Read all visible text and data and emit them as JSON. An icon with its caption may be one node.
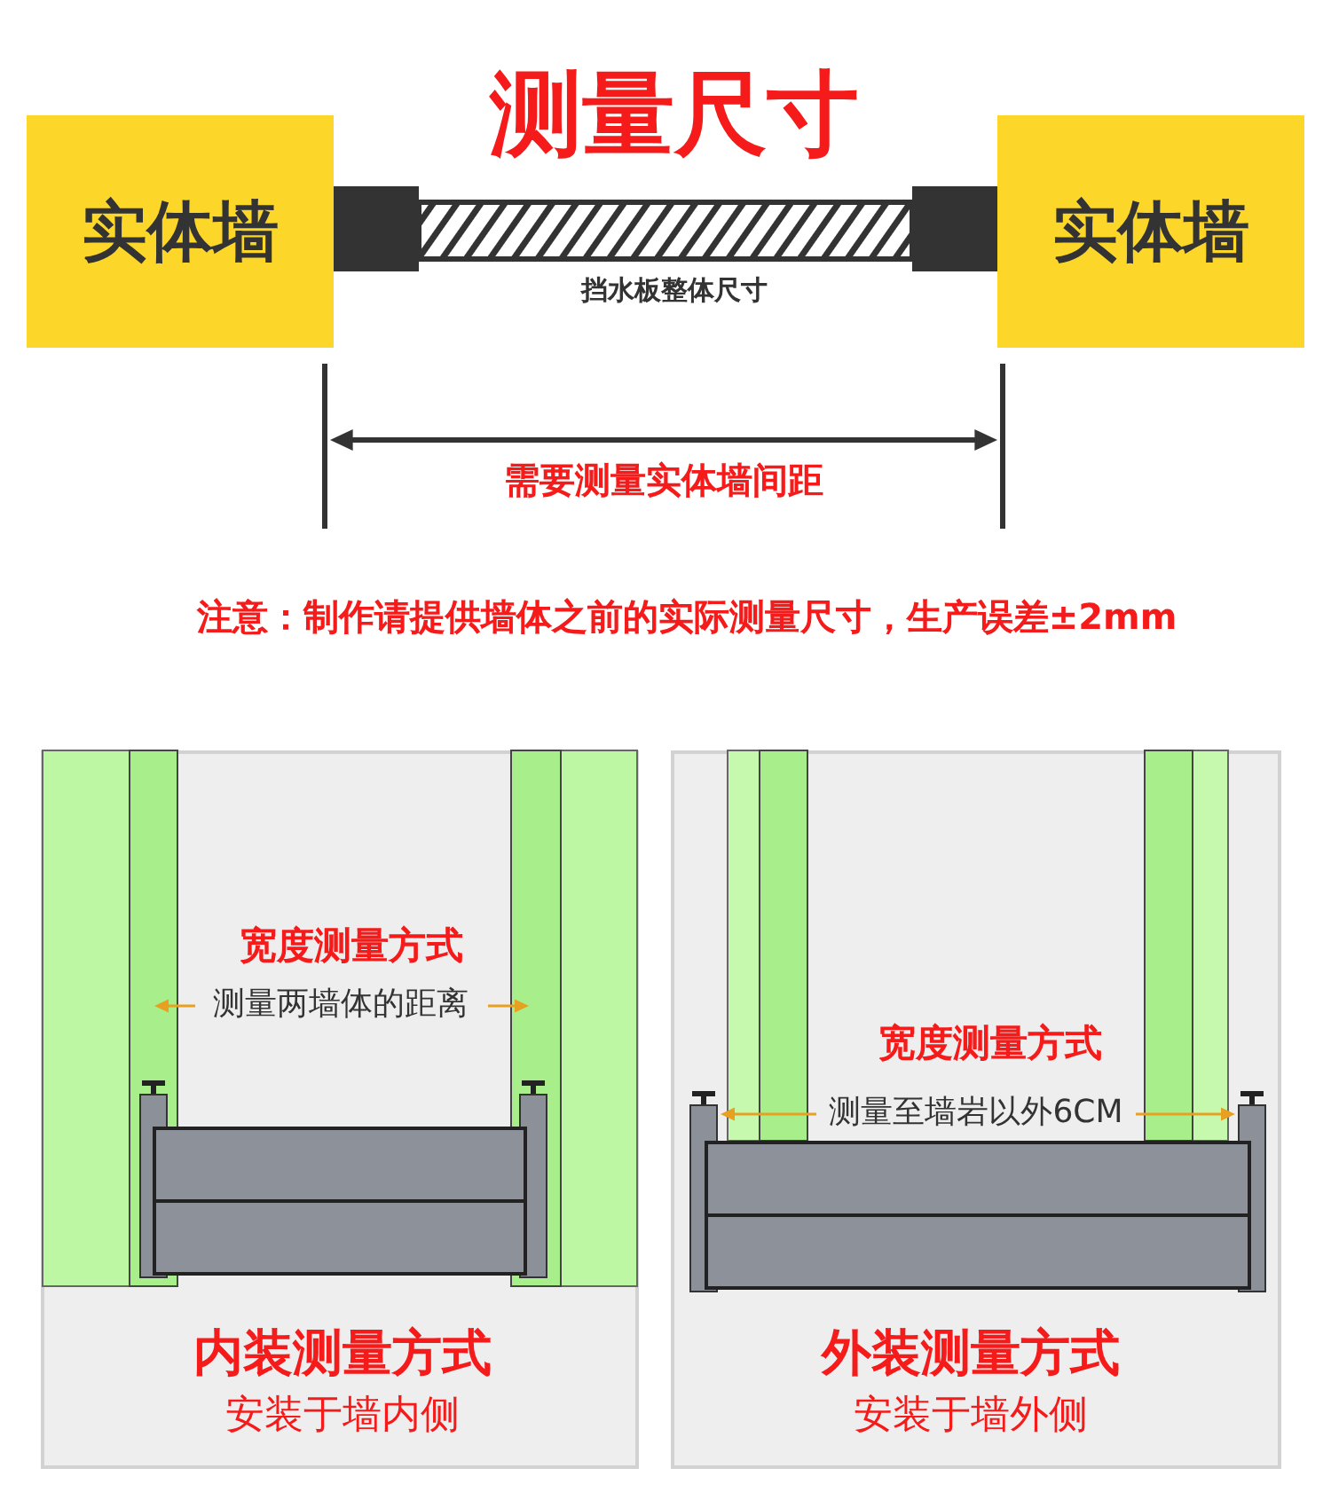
{
  "diagram": {
    "title": "测量尺寸",
    "nodes": [
      {
        "text": [
          "实体墙"
        ]
      },
      {
        "text": [
          "实体墙"
        ]
      },
      {
        "text": [
          "宽度测量方式",
          "测量两墙体的距离",
          "内装测量方式",
          "安装于墙内侧"
        ]
      },
      {
        "text": [
          "宽度测量方式",
          "测量至墙岩以外6CM",
          "外装测量方式",
          "安装于墙外侧"
        ]
      }
    ],
    "labels": [
      "挡水板整体尺寸",
      "需要测量实体墙间距",
      "注意：制作请提供墙体之前的实际测量尺寸，生产误差±2mm"
    ]
  }
}
